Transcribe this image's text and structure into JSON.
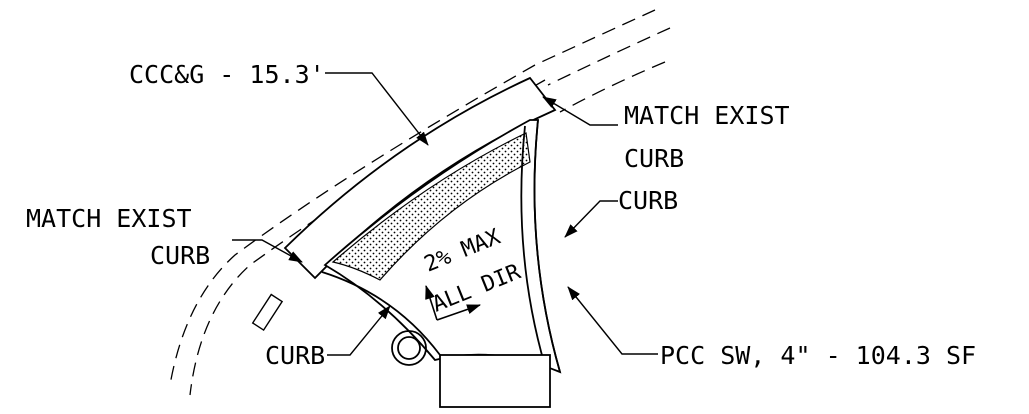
{
  "labels": {
    "ccc_g": "CCC&G - 15.3'",
    "match_exist_right_line1": "MATCH EXIST",
    "match_exist_right_line2": "CURB",
    "match_exist_left_line1": "MATCH EXIST",
    "match_exist_left_line2": "CURB",
    "curb_right": "CURB",
    "curb_bottom": "CURB",
    "pcc_sw": "PCC SW, 4\" - 104.3 SF",
    "slope_line1": "2% MAX",
    "slope_line2": "ALL DIR"
  },
  "colors": {
    "ink": "#000000",
    "background": "#ffffff"
  }
}
